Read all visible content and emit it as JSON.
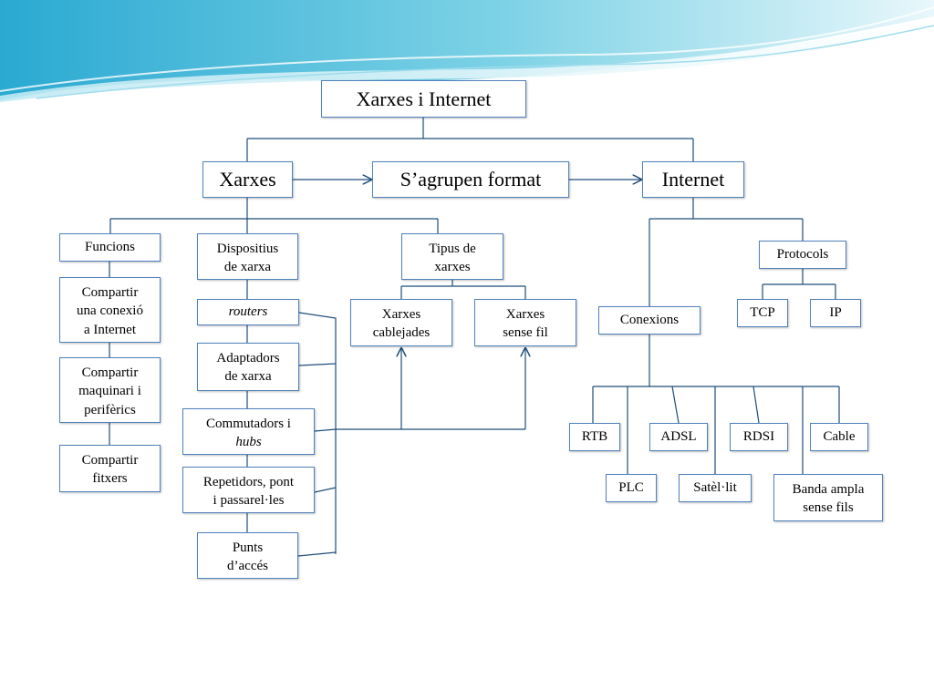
{
  "colors": {
    "line": "#1f4e79",
    "box_border": "#4f81bd",
    "header_wave": "#3fb6d6"
  },
  "root": "Xarxes i Internet",
  "level1": {
    "xarxes": "Xarxes",
    "middle": "S’agrupen format",
    "internet": "Internet"
  },
  "xarxes_branch": {
    "funcions": {
      "title": "Funcions",
      "items": [
        {
          "line1": "Compartir",
          "line2": "una conexió",
          "line3": "a Internet"
        },
        {
          "line1": "Compartir",
          "line2": "maquinari i",
          "line3": "perifèrics"
        },
        {
          "line1": "Compartir",
          "line2": "fitxers"
        }
      ]
    },
    "dispositius": {
      "title": {
        "line1": "Dispositius",
        "line2": "de xarxa"
      },
      "routers": "routers",
      "adaptadors": {
        "line1": "Adaptadors",
        "line2": "de xarxa"
      },
      "commutadors": {
        "line1": "Commutadors i",
        "line2": "hubs"
      },
      "repetidors": {
        "line1": "Repetidors, pont",
        "line2": "i passarel·les"
      },
      "punts": {
        "line1": "Punts",
        "line2": "d’accés"
      }
    },
    "tipus": {
      "title": {
        "line1": "Tipus de",
        "line2": "xarxes"
      },
      "cablejades": {
        "line1": "Xarxes",
        "line2": "cablejades"
      },
      "sense_fil": {
        "line1": "Xarxes",
        "line2": "sense fil"
      }
    }
  },
  "internet_branch": {
    "protocols": {
      "title": "Protocols",
      "tcp": "TCP",
      "ip": "IP"
    },
    "conexions": {
      "title": "Conexions",
      "rtb": "RTB",
      "adsl": "ADSL",
      "rdsi": "RDSI",
      "cable": "Cable",
      "plc": "PLC",
      "satelit": "Satèl·lit",
      "banda": {
        "line1": "Banda ampla",
        "line2": "sense fils"
      }
    }
  }
}
